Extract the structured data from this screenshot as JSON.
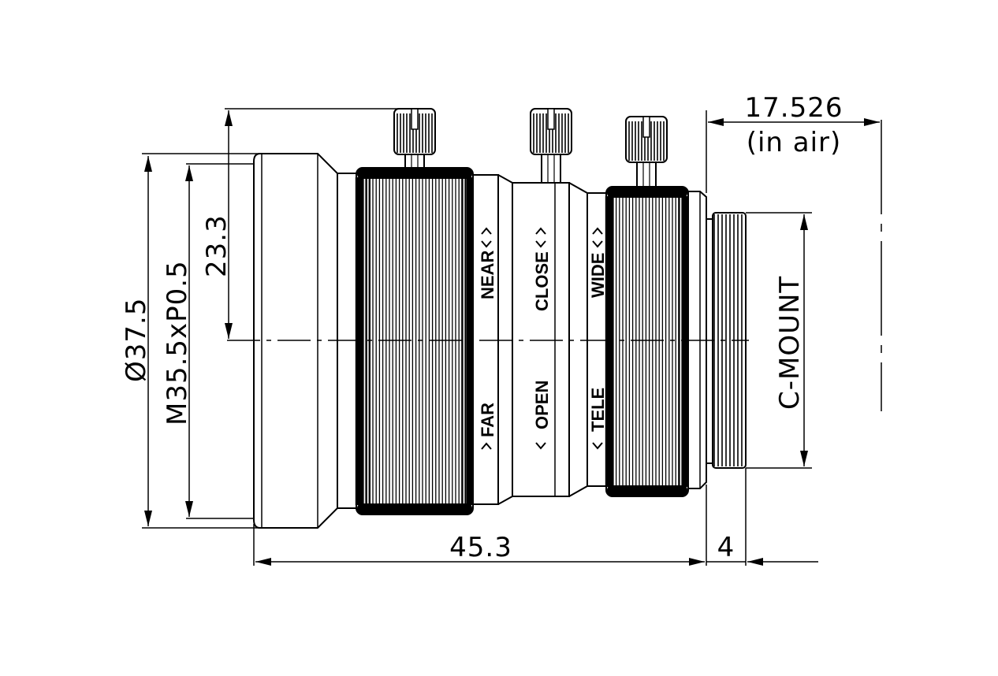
{
  "drawing": {
    "type": "lens-dimension-drawing",
    "colors": {
      "line": "#000000",
      "background": "#ffffff",
      "knurl": "#000000"
    },
    "dimensions": {
      "back_focal": "17.526",
      "back_focal_note": "(in air)",
      "height_23": "23.3",
      "diameter": "Ø37.5",
      "thread": "M35.5xP0.5",
      "length": "45.3",
      "mount_length": "4",
      "mount": "C-MOUNT"
    },
    "ring_labels": {
      "focus_near": "NEAR",
      "focus_far": "FAR",
      "iris_close": "CLOSE",
      "iris_open": "OPEN",
      "zoom_wide": "WIDE",
      "zoom_tele": "TELE"
    },
    "knobs": [
      {
        "name": "focus-lock-screw"
      },
      {
        "name": "iris-lock-screw"
      },
      {
        "name": "zoom-lock-screw"
      }
    ]
  }
}
